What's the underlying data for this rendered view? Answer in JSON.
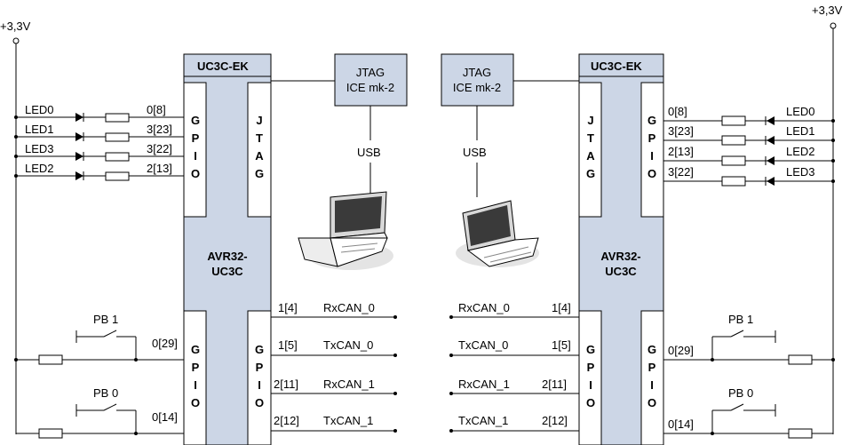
{
  "power": {
    "left": "+3,3V",
    "right": "+3,3V"
  },
  "board_left": {
    "title": "UC3C-EK",
    "chip_lines": [
      "AVR32-",
      "UC3C"
    ],
    "gpio_letters": [
      "G",
      "P",
      "I",
      "O"
    ],
    "jtag_letters": [
      "J",
      "T",
      "A",
      "G"
    ],
    "leds": [
      {
        "name": "LED0",
        "pin": "0[8]"
      },
      {
        "name": "LED1",
        "pin": "3[23]"
      },
      {
        "name": "LED3",
        "pin": "3[22]"
      },
      {
        "name": "LED2",
        "pin": "2[13]"
      }
    ],
    "buttons": [
      {
        "name": "PB 1",
        "pin": "0[29]"
      },
      {
        "name": "PB 0",
        "pin": "0[14]"
      }
    ],
    "can": [
      {
        "pin": "1[4]",
        "signal": "RxCAN_0"
      },
      {
        "pin": "1[5]",
        "signal": "TxCAN_0"
      },
      {
        "pin": "2[11]",
        "signal": "RxCAN_1"
      },
      {
        "pin": "2[12]",
        "signal": "TxCAN_1"
      }
    ]
  },
  "board_right": {
    "title": "UC3C-EK",
    "chip_lines": [
      "AVR32-",
      "UC3C"
    ],
    "gpio_letters": [
      "G",
      "P",
      "I",
      "O"
    ],
    "jtag_letters": [
      "J",
      "T",
      "A",
      "G"
    ],
    "leds": [
      {
        "name": "LED0",
        "pin": "0[8]"
      },
      {
        "name": "LED1",
        "pin": "3[23]"
      },
      {
        "name": "LED2",
        "pin": "2[13]"
      },
      {
        "name": "LED3",
        "pin": "3[22]"
      }
    ],
    "buttons": [
      {
        "name": "PB 1",
        "pin": "0[29]"
      },
      {
        "name": "PB 0",
        "pin": "0[14]"
      }
    ],
    "can": [
      {
        "pin": "1[4]",
        "signal": "RxCAN_0"
      },
      {
        "pin": "1[5]",
        "signal": "TxCAN_0"
      },
      {
        "pin": "2[11]",
        "signal": "RxCAN_1"
      },
      {
        "pin": "2[12]",
        "signal": "TxCAN_1"
      }
    ]
  },
  "jtag_ice": {
    "lines": [
      "JTAG",
      "ICE mk-2"
    ]
  },
  "usb_label": "USB",
  "icons": [
    "laptop-icon",
    "led-diode-icon",
    "resistor-icon",
    "push-button-icon"
  ]
}
